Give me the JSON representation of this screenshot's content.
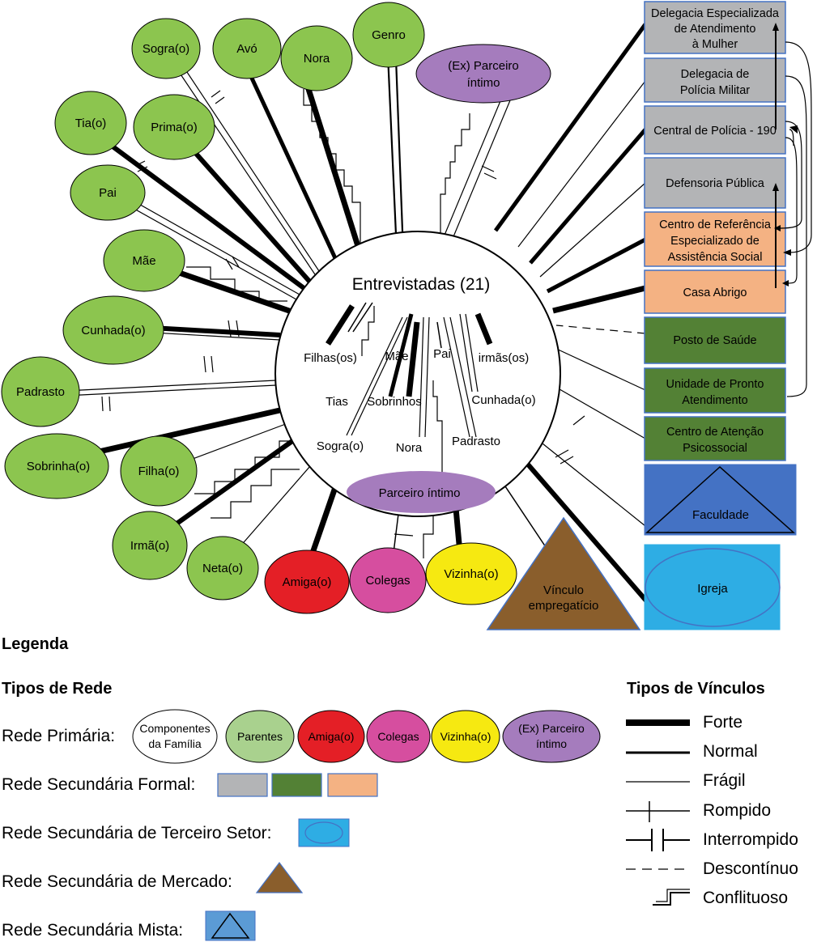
{
  "center": {
    "title": "Entrevistadas (21)"
  },
  "inner_labels": [
    "Filhas(os)",
    "Mãe",
    "Pai",
    "irmãs(os)",
    "Tias",
    "Sobrinhos",
    "Cunhada(o)",
    "Sogra(o)",
    "Nora",
    "Padrasto"
  ],
  "inner_partner": "Parceiro íntimo",
  "primary_nodes": [
    "Sogra(o)",
    "Avó",
    "Nora",
    "Genro",
    "Tia(o)",
    "Prima(o)",
    "Pai",
    "Mãe",
    "Cunhada(o)",
    "Padrasto",
    "Sobrinha(o)",
    "Filha(o)",
    "Irmã(o)",
    "Neta(o)"
  ],
  "ex_partner": {
    "line1": "(Ex) Parceiro",
    "line2": "íntimo"
  },
  "social_nodes": {
    "amiga": "Amiga(o)",
    "colegas": "Colegas",
    "vizinha": "Vizinha(o)"
  },
  "market_node": {
    "line1": "Vínculo",
    "line2": "empregatício"
  },
  "services": [
    {
      "lines": [
        "Delegacia Especializada",
        "de Atendimento",
        "à Mulher"
      ]
    },
    {
      "lines": [
        "Delegacia de",
        "Polícia Militar"
      ]
    },
    {
      "lines": [
        "Central de Polícia - 190"
      ]
    },
    {
      "lines": [
        "Defensoria Pública"
      ]
    },
    {
      "lines": [
        "Centro de Referência",
        "Especializado de",
        "Assistência Social"
      ]
    },
    {
      "lines": [
        "Casa Abrigo"
      ]
    },
    {
      "lines": [
        "Posto de Saúde"
      ]
    },
    {
      "lines": [
        "Unidade de Pronto",
        "Atendimento"
      ]
    },
    {
      "lines": [
        "Centro de Atenção",
        "Psicossocial"
      ]
    }
  ],
  "faculdade": "Faculdade",
  "igreja": "Igreja",
  "legend": {
    "title": "Legenda",
    "network_types_title": "Tipos de Rede",
    "primary": "Rede Primária:",
    "primary_items": [
      "Componentes",
      "da Família",
      "Parentes",
      "Amiga(o)",
      "Colegas",
      "Vizinha(o)",
      "(Ex) Parceiro",
      "íntimo"
    ],
    "formal": "Rede Secundária Formal:",
    "third": "Rede Secundária de Terceiro Setor:",
    "market": "Rede Secundária de Mercado:",
    "mixed": "Rede Secundária Mista:",
    "bond_types_title": "Tipos de Vínculos",
    "bonds": [
      "Forte",
      "Normal",
      "Frágil",
      "Rompido",
      "Interrompido",
      "Descontínuo",
      "Conflituoso"
    ]
  },
  "colors": {
    "family_green": "#8cc54f",
    "partner_purple": "#a57cbd",
    "friend_red": "#e41f26",
    "colleague_pink": "#d64e9f",
    "neighbor_yellow": "#f6e911",
    "market_brown": "#8a5e2c",
    "gray_service": "#b3b4b6",
    "dark_green_service": "#538135",
    "orange_service": "#f4b283",
    "mixed_blue": "#4472c4",
    "third_sector_cyan": "#2eade4",
    "parentes_light_green": "#a9d18e"
  }
}
